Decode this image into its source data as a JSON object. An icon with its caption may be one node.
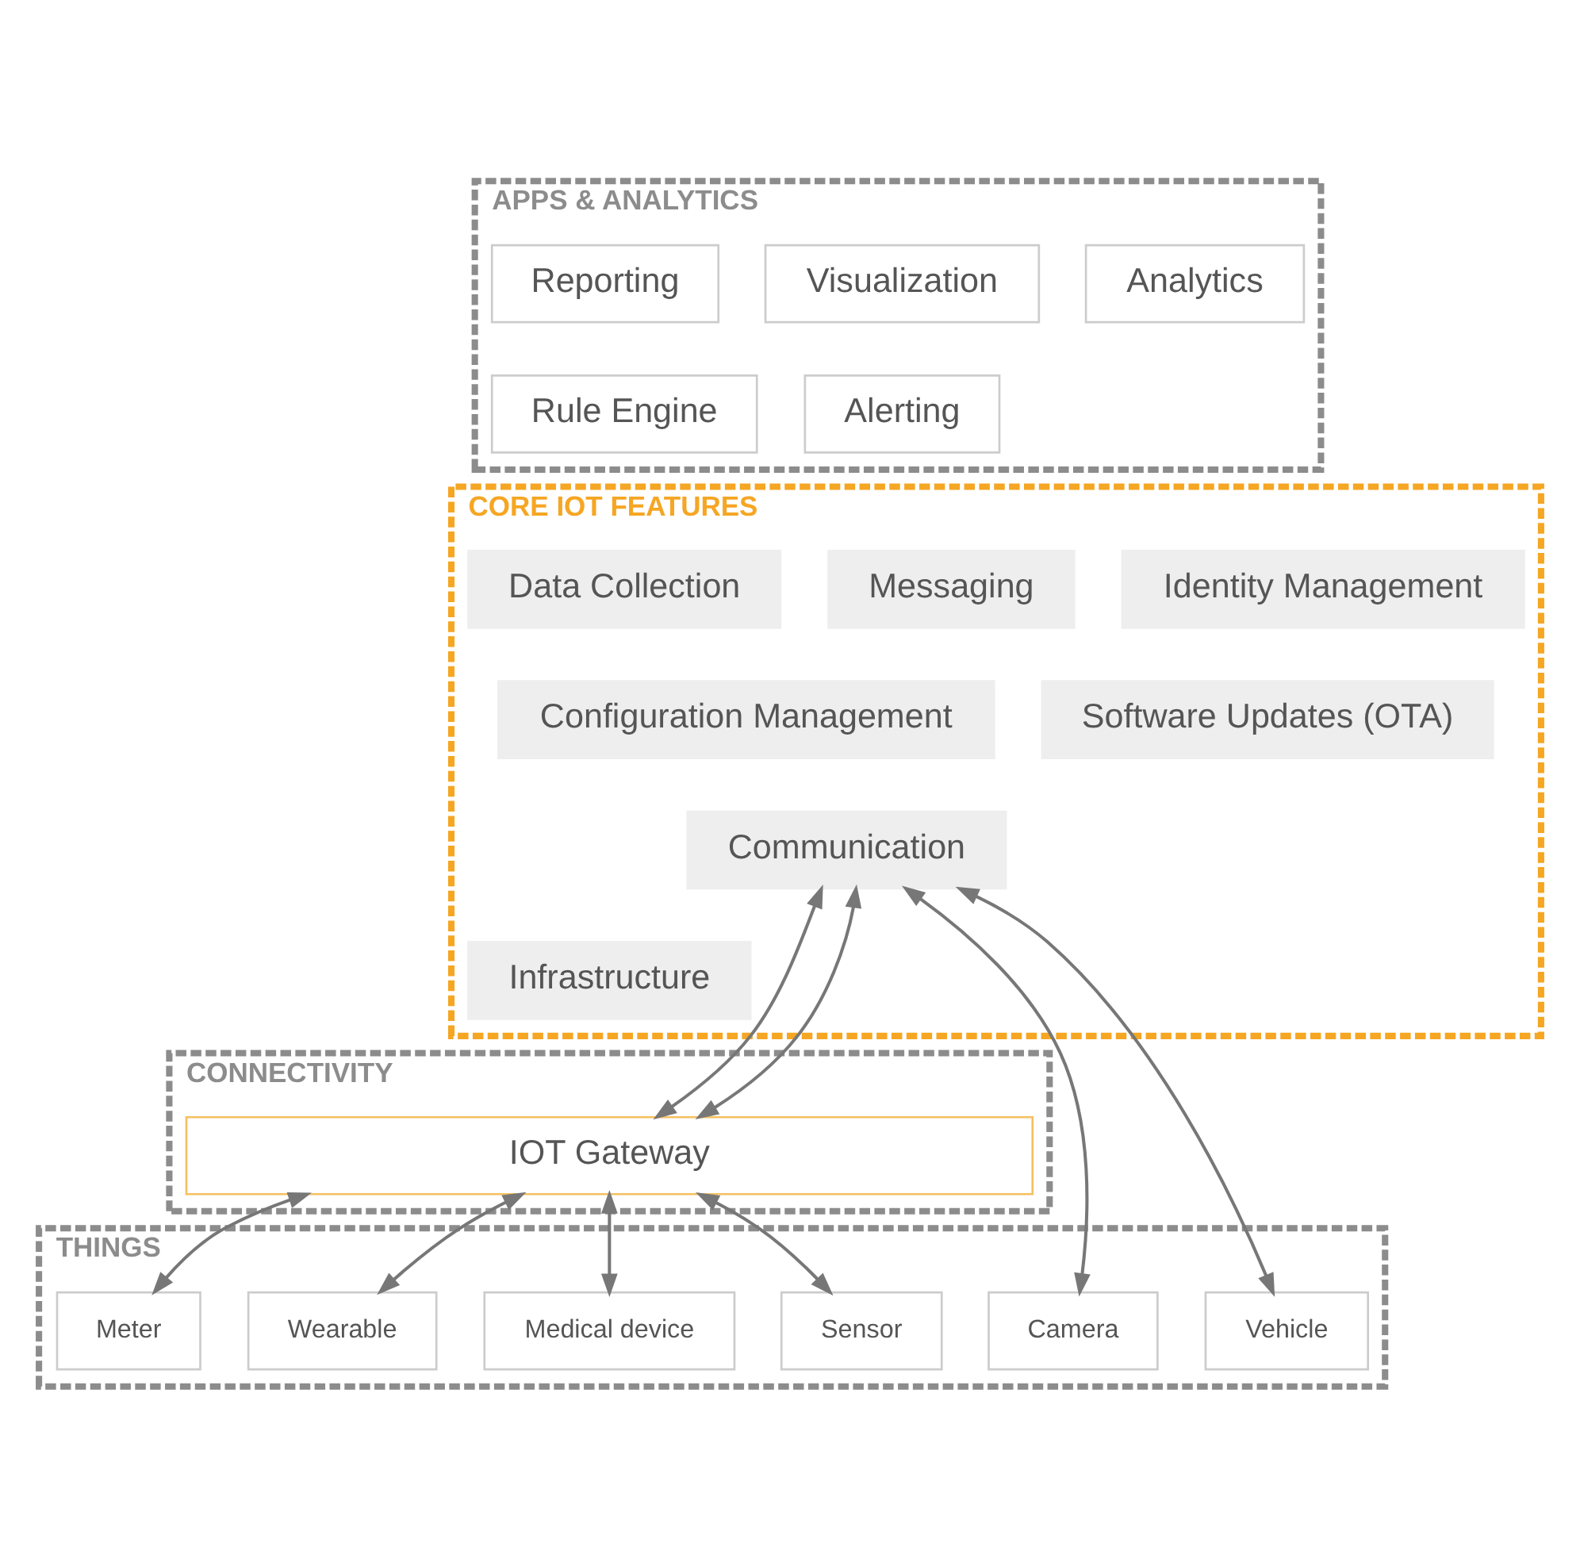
{
  "diagram": {
    "nodes": [
      {
        "text": [
          "APPS & ANALYTICS"
        ]
      },
      {
        "text": [
          "Reporting"
        ],
        "in": 0
      },
      {
        "text": [
          "Visualization"
        ],
        "in": 0
      },
      {
        "text": [
          "Analytics"
        ],
        "in": 0
      },
      {
        "text": [
          "Rule Engine"
        ],
        "in": 0
      },
      {
        "text": [
          "Alerting"
        ],
        "in": 0
      },
      {
        "text": [
          "CORE IOT FEATURES"
        ]
      },
      {
        "text": [
          "Data Collection"
        ],
        "in": 6
      },
      {
        "text": [
          "Messaging"
        ],
        "in": 6
      },
      {
        "text": [
          "Identity Management"
        ],
        "in": 6
      },
      {
        "text": [
          "Configuration Management"
        ],
        "in": 6
      },
      {
        "text": [
          "Software Updates (OTA)"
        ],
        "in": 6
      },
      {
        "text": [
          "Communication"
        ],
        "in": 6
      },
      {
        "text": [
          "Infrastructure"
        ],
        "in": 6
      },
      {
        "text": [
          "CONNECTIVITY"
        ]
      },
      {
        "text": [
          "IOT Gateway"
        ],
        "in": 14
      },
      {
        "text": [
          "THINGS"
        ]
      },
      {
        "text": [
          "Camera"
        ],
        "in": 16
      },
      {
        "text": [
          "Sensor"
        ],
        "in": 16
      },
      {
        "text": [
          "Meter"
        ],
        "in": 16
      },
      {
        "text": [
          "Wearable"
        ],
        "in": 16
      },
      {
        "text": [
          "Medical device"
        ],
        "in": 16
      },
      {
        "text": [
          "Vehicle"
        ],
        "in": 16
      }
    ],
    "edges": [
      {
        "from": 12,
        "to": 17,
        "arrow": "both"
      },
      {
        "from": 12,
        "to": 15,
        "arrow": "both"
      },
      {
        "from": 12,
        "to": 15,
        "arrow": "both"
      },
      {
        "from": 15,
        "to": 18,
        "arrow": "both"
      },
      {
        "from": 15,
        "to": 19,
        "arrow": "both"
      },
      {
        "from": 15,
        "to": 20,
        "arrow": "both"
      },
      {
        "from": 15,
        "to": 21,
        "arrow": "both"
      },
      {
        "from": 12,
        "to": 22,
        "arrow": "both"
      }
    ]
  }
}
